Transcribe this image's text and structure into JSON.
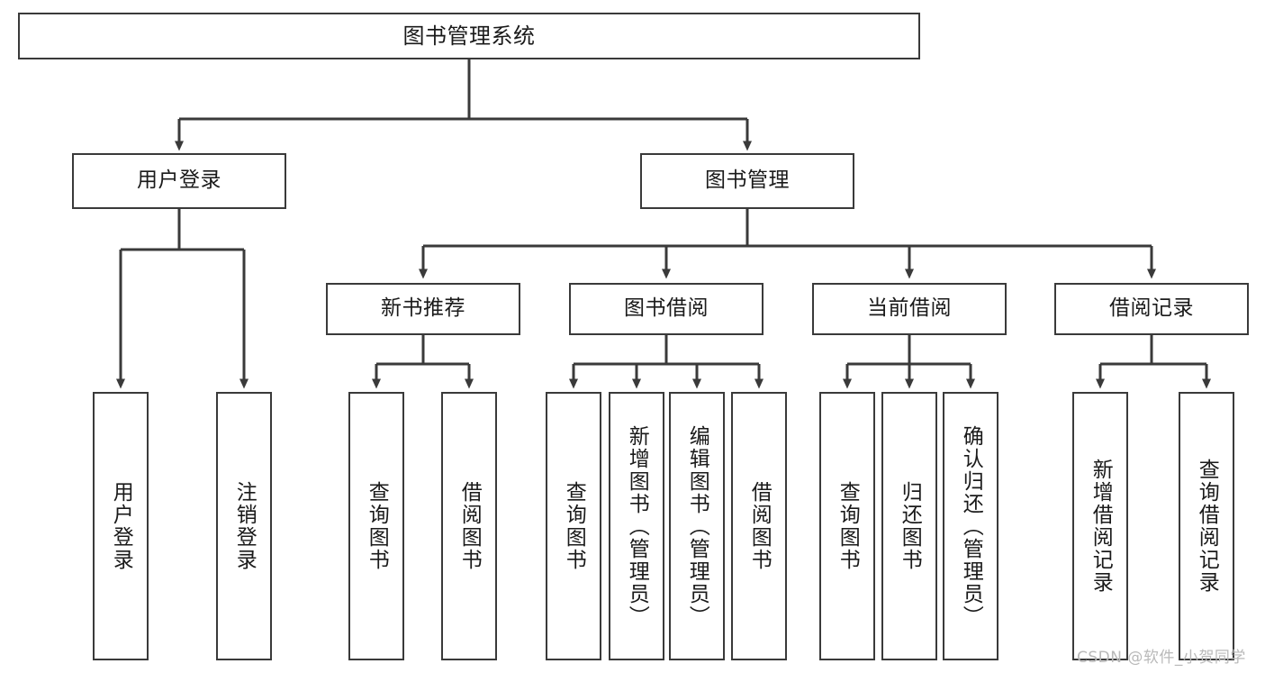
{
  "diagram": {
    "type": "tree-hierarchy-chart",
    "title": "图书管理系统",
    "colors": {
      "box_border": "#3a3a3a",
      "box_fill": "#ffffff",
      "connector": "#3a3a3a",
      "text": "#1a1a1a",
      "watermark": "#b9b9b9",
      "background": "#ffffff"
    },
    "levels": {
      "root": {
        "label": "图书管理系统"
      },
      "level2": [
        {
          "id": "user-login",
          "label": "用户登录"
        },
        {
          "id": "book-management",
          "label": "图书管理"
        }
      ],
      "level3": [
        {
          "id": "new-book-recommend",
          "label": "新书推荐",
          "parent": "book-management"
        },
        {
          "id": "book-borrow",
          "label": "图书借阅",
          "parent": "book-management"
        },
        {
          "id": "current-borrow",
          "label": "当前借阅",
          "parent": "book-management"
        },
        {
          "id": "borrow-record",
          "label": "借阅记录",
          "parent": "book-management"
        }
      ],
      "leaves": [
        {
          "id": "leaf-user-login",
          "label": "用户登录",
          "parent": "user-login"
        },
        {
          "id": "leaf-logout-login",
          "label": "注销登录",
          "parent": "user-login"
        },
        {
          "id": "leaf-query-book-1",
          "label": "查询图书",
          "parent": "new-book-recommend"
        },
        {
          "id": "leaf-borrow-book-1",
          "label": "借阅图书",
          "parent": "new-book-recommend"
        },
        {
          "id": "leaf-query-book-2",
          "label": "查询图书",
          "parent": "book-borrow"
        },
        {
          "id": "leaf-add-book",
          "label": "新增图书（管理员）",
          "parent": "book-borrow"
        },
        {
          "id": "leaf-edit-book",
          "label": "编辑图书（管理员）",
          "parent": "book-borrow"
        },
        {
          "id": "leaf-borrow-book-2",
          "label": "借阅图书",
          "parent": "book-borrow"
        },
        {
          "id": "leaf-query-book-3",
          "label": "查询图书",
          "parent": "current-borrow"
        },
        {
          "id": "leaf-return-book",
          "label": "归还图书",
          "parent": "current-borrow"
        },
        {
          "id": "leaf-confirm-return",
          "label": "确认归还（管理员）",
          "parent": "current-borrow"
        },
        {
          "id": "leaf-add-record",
          "label": "新增借阅记录",
          "parent": "borrow-record"
        },
        {
          "id": "leaf-query-record",
          "label": "查询借阅记录",
          "parent": "borrow-record"
        }
      ]
    },
    "watermark": "CSDN @软件_小贺同学"
  }
}
